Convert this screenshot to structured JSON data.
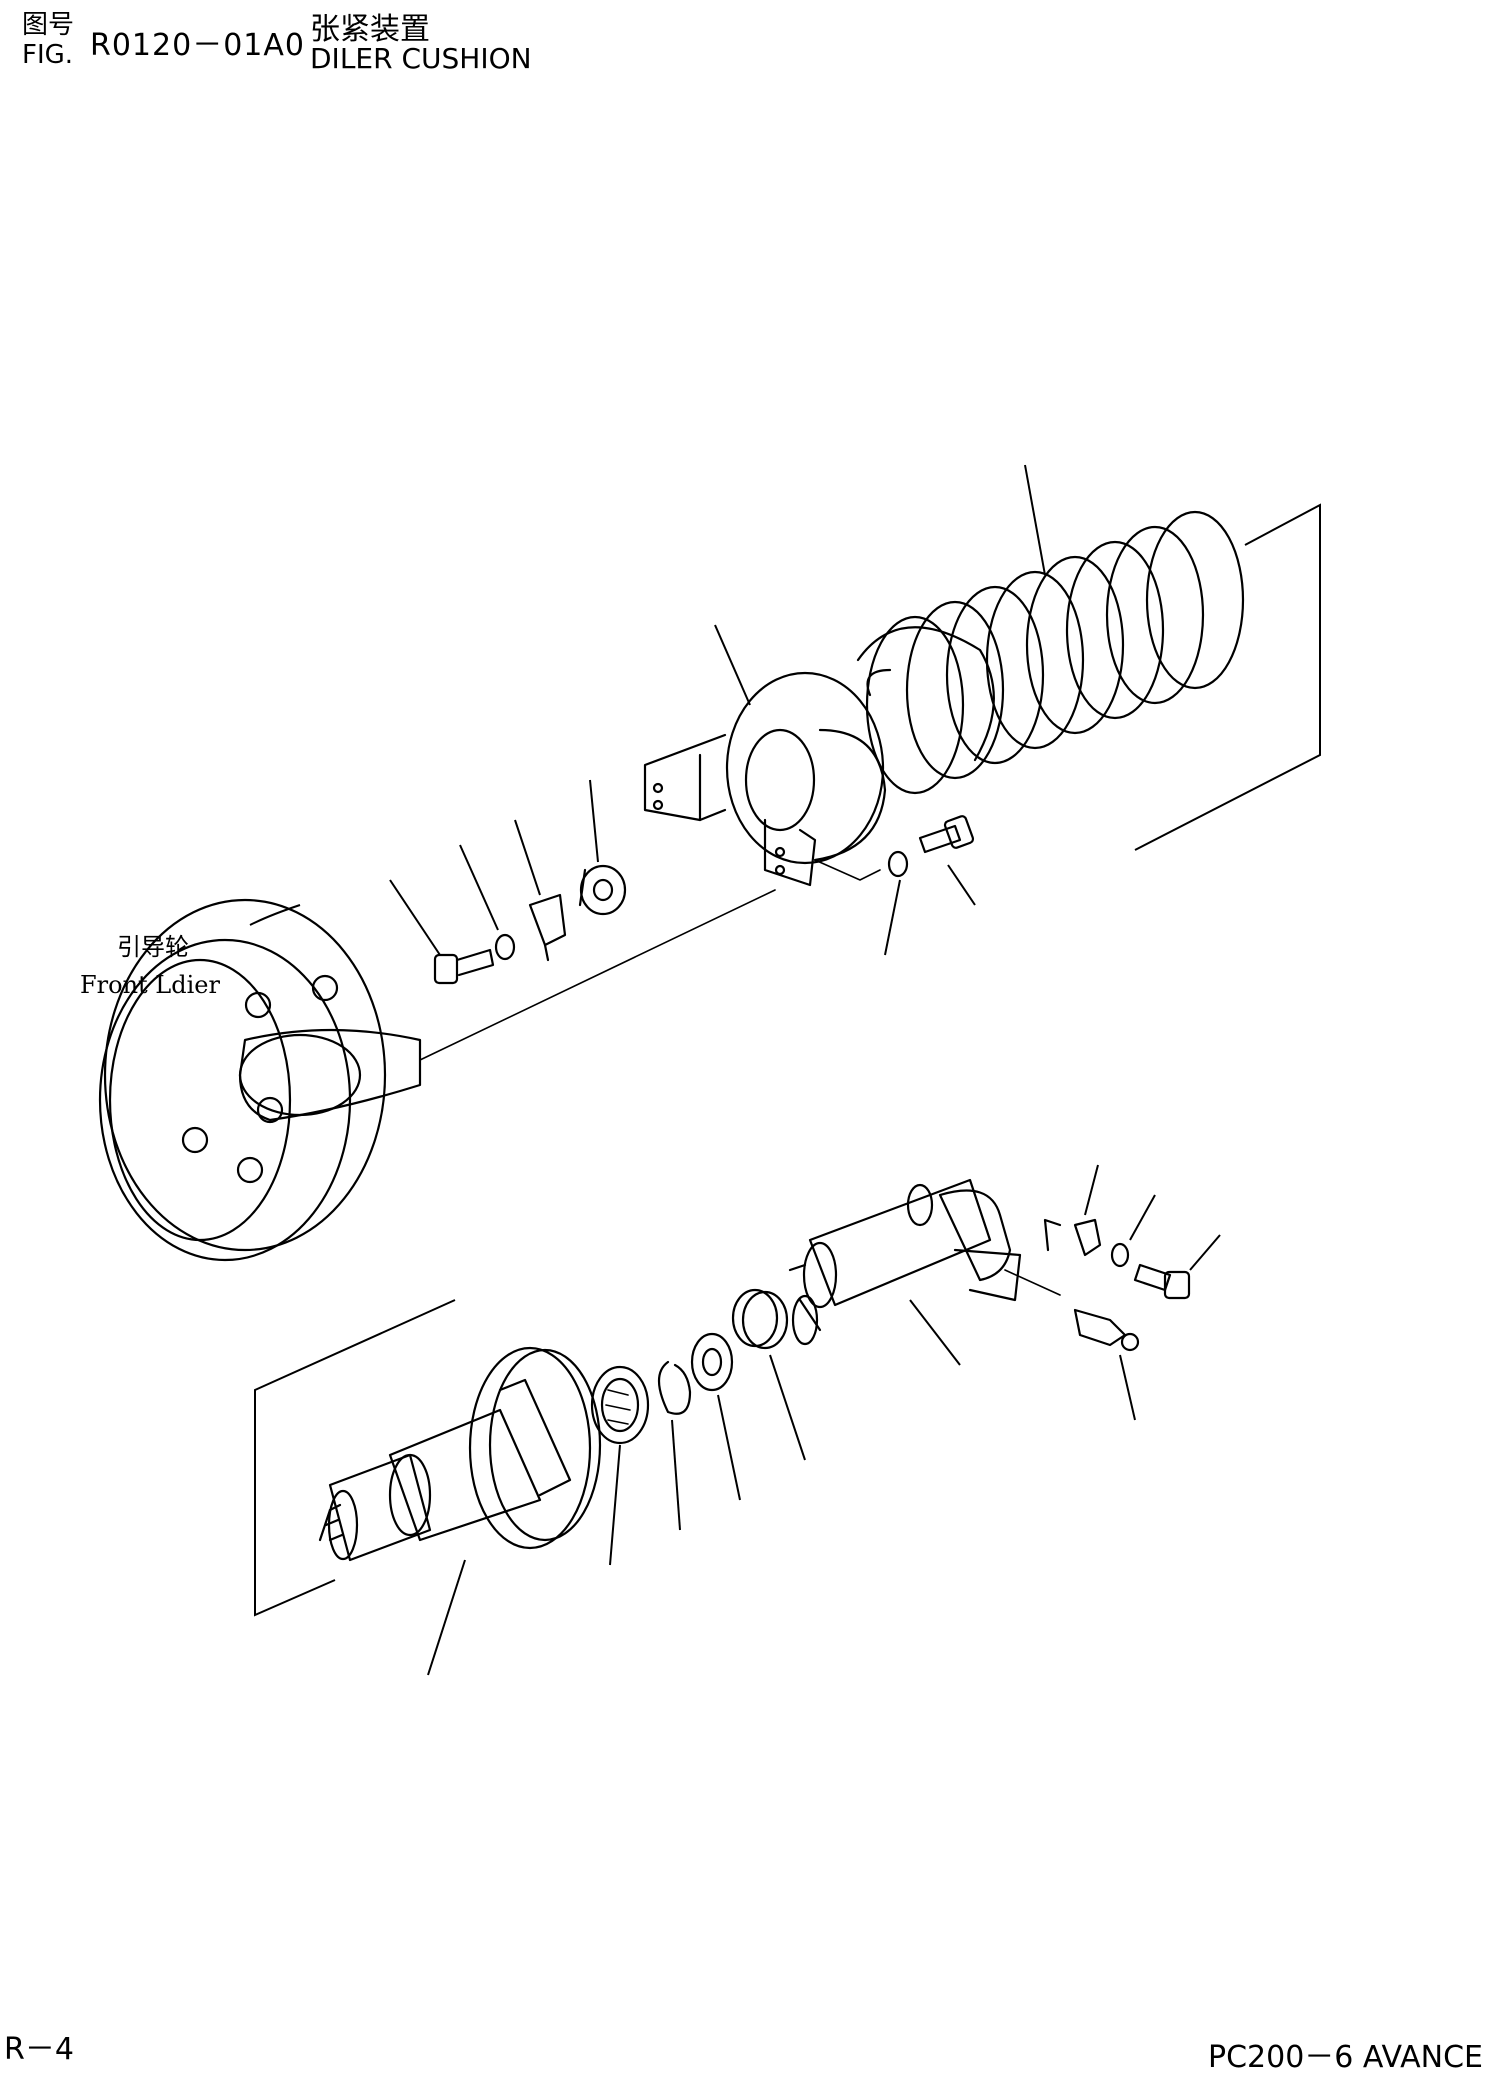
{
  "header": {
    "fig_label_cn": "图号",
    "fig_label_en": "FIG.",
    "fig_number": "R0120－01A0",
    "title_cn": "张紧装置",
    "title_en": "DILER CUSHION"
  },
  "callout": {
    "label_cn": "引导轮",
    "label_en": "Front Ldier"
  },
  "footer": {
    "page_id": "R－4",
    "model": "PC200－6 AVANCE"
  }
}
